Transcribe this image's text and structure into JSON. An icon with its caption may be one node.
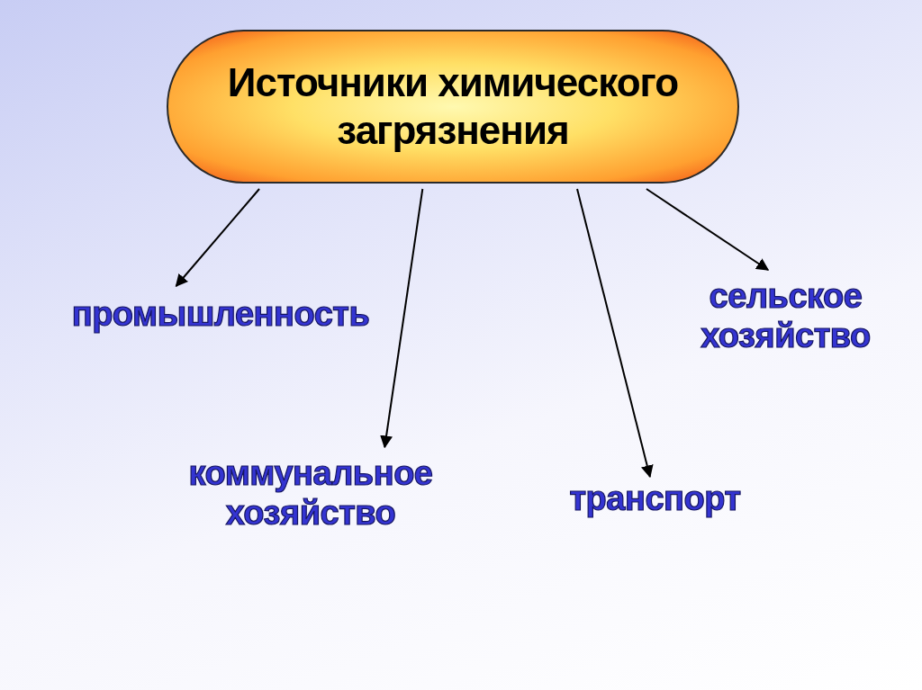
{
  "diagram": {
    "nodes": [
      {
        "text": [
          "Источники химического загрязнения"
        ]
      },
      {
        "text": [
          "промышленность"
        ]
      },
      {
        "text": [
          "коммунальное хозяйство"
        ]
      },
      {
        "text": [
          "транспорт"
        ]
      },
      {
        "text": [
          "сельское хозяйство"
        ]
      }
    ],
    "edges": [
      {
        "from": 0,
        "to": 1,
        "arrow": "to"
      },
      {
        "from": 0,
        "to": 2,
        "arrow": "to"
      },
      {
        "from": 0,
        "to": 3,
        "arrow": "to"
      },
      {
        "from": 0,
        "to": 4,
        "arrow": "to"
      }
    ]
  }
}
